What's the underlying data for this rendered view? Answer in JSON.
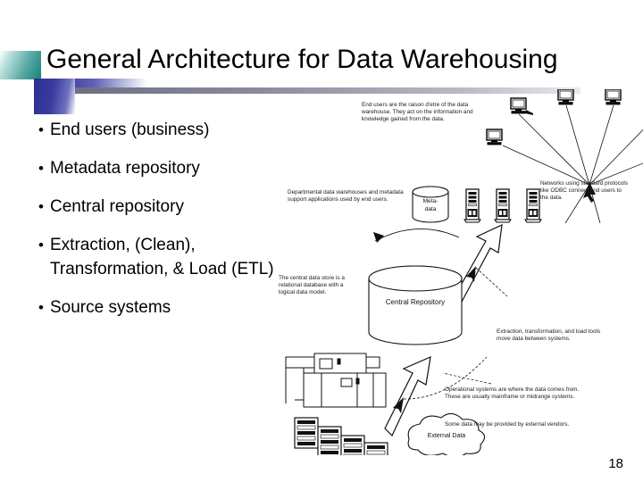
{
  "slide": {
    "title": "General Architecture for Data Warehousing",
    "page_number": "18"
  },
  "bullets": [
    {
      "marker": "•",
      "text": "End users (business)"
    },
    {
      "marker": "•",
      "text": "Metadata repository"
    },
    {
      "marker": "•",
      "text": "Central repository"
    },
    {
      "marker": "•",
      "text": "Extraction, (Clean), Transformation, & Load (ETL)"
    },
    {
      "marker": "•",
      "text": "Source systems"
    }
  ],
  "diagram": {
    "annotations": {
      "end_users": "End users are the raison d'etre of the data warehouse.  They act on the information and knowledge gained from the data.",
      "networks": "Networks using standard protocols like ODBC connect end users to the data.",
      "departmental": "Departmental data warehouses and metadata support applications used by end users.",
      "central_store": "The central data store is a relational database with a logical data model.",
      "etl_tools": "Extraction, transformation, and load tools move data between systems.",
      "operational": "Operational systems are where the data comes from.  These are usually mainframe or midrange systems.",
      "external_vendors": "Some data may be provided by external vendors."
    },
    "shapes": {
      "metadata_cylinder_line1": "Meta-",
      "metadata_cylinder_line2": "data",
      "central_repository_cylinder": "Central Repository",
      "external_data_cloud": "External Data"
    }
  },
  "colors": {
    "title_text": "#000000",
    "deco_teal": "#19807a",
    "deco_blue": "#2d2f8f",
    "deco_bar_gray": "#8a8c9c",
    "background": "#ffffff"
  }
}
